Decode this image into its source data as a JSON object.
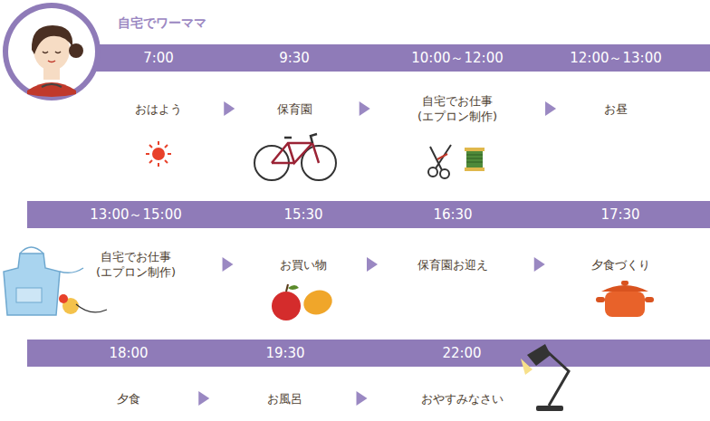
{
  "diagram": {
    "title": "自宅でワーママ",
    "nodes": [
      {
        "text": [
          "7:00",
          "おはよう"
        ]
      },
      {
        "text": [
          "9:30",
          "保育園"
        ]
      },
      {
        "text": [
          "10:00～12:00",
          "自宅でお仕事 (エプロン制作)"
        ]
      },
      {
        "text": [
          "12:00～13:00",
          "お昼"
        ]
      },
      {
        "text": [
          "13:00～15:00",
          "自宅でお仕事 (エプロン制作)"
        ]
      },
      {
        "text": [
          "15:30",
          "お買い物"
        ]
      },
      {
        "text": [
          "16:30",
          "保育園お迎え"
        ]
      },
      {
        "text": [
          "17:30",
          "夕食づくり"
        ]
      },
      {
        "text": [
          "18:00",
          "夕食"
        ]
      },
      {
        "text": [
          "19:30",
          "お風呂"
        ]
      },
      {
        "text": [
          "22:00",
          "おやすみなさい"
        ]
      }
    ],
    "edges": [
      {
        "from": 0,
        "to": 1,
        "arrow": "to"
      },
      {
        "from": 1,
        "to": 2,
        "arrow": "to"
      },
      {
        "from": 2,
        "to": 3,
        "arrow": "to"
      },
      {
        "from": 4,
        "to": 5,
        "arrow": "to"
      },
      {
        "from": 5,
        "to": 6,
        "arrow": "to"
      },
      {
        "from": 6,
        "to": 7,
        "arrow": "to"
      },
      {
        "from": 8,
        "to": 9,
        "arrow": "to"
      },
      {
        "from": 9,
        "to": 10,
        "arrow": "to"
      }
    ]
  }
}
